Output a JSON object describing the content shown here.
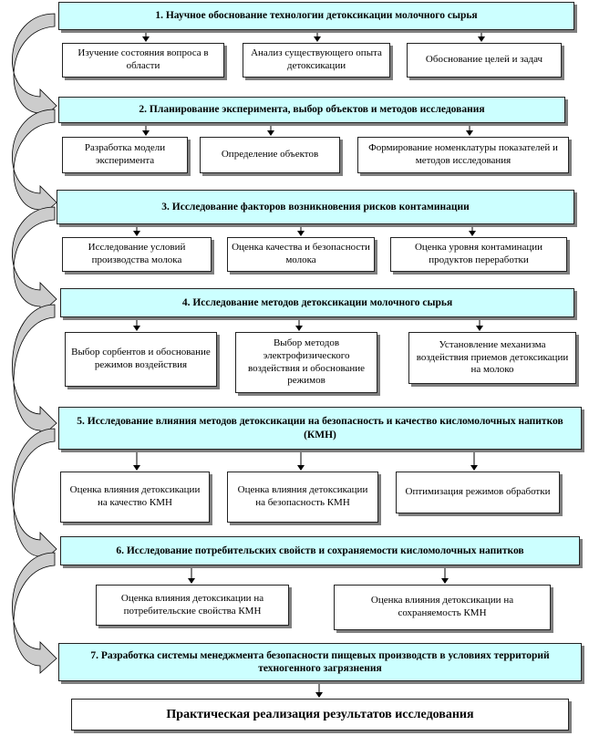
{
  "stages": [
    {
      "title": "1.    Научное обоснование технологии детоксикации молочного сырья",
      "items": [
        "Изучение состояния вопроса в области",
        "Анализ существующего опыта детоксикации",
        "Обоснование целей и задач"
      ]
    },
    {
      "title": "2. Планирование эксперимента, выбор объектов и методов исследования",
      "items": [
        "Разработка модели эксперимента",
        "Определение объектов",
        "Формирование номенклатуры показателей и методов исследования"
      ]
    },
    {
      "title": "3. Исследование факторов возникновения рисков контаминации",
      "items": [
        "Исследование условий производства молока",
        "Оценка качества и безопасности молока",
        "Оценка уровня контаминации продуктов переработки"
      ]
    },
    {
      "title": "4. Исследование  методов детоксикации молочного сырья",
      "items": [
        "Выбор сорбентов и обоснование режимов воздействия",
        "Выбор методов электрофизического воздействия  и обоснование режимов",
        "Установление механизма воздействия приемов детоксикации на  молоко"
      ]
    },
    {
      "title": "5. Исследование влияния методов детоксикации на безопасность и качество кисломолочных напитков (КМН)",
      "items": [
        "Оценка влияния детоксикации на качество КМН",
        "Оценка влияния детоксикации на безопасность  КМН",
        "Оптимизация режимов обработки"
      ]
    },
    {
      "title": "6. Исследование потребительских свойств и сохраняемости кисломолочных  напитков",
      "items": [
        "Оценка влияния детоксикации на потребительские свойства  КМН",
        "Оценка влияния детоксикации  на сохраняемость КМН"
      ]
    },
    {
      "title": "7. Разработка системы менеджмента безопасности пищевых производств  в условиях территорий техногенного загрязнения",
      "items": []
    }
  ],
  "final": "Практическая реализация результатов исследования",
  "colors": {
    "stage_fill": "#ccffff",
    "sub_fill": "#ffffff",
    "arrow_fill": "#cccccc",
    "border": "#222222",
    "shadow": "#7f7f7f"
  }
}
